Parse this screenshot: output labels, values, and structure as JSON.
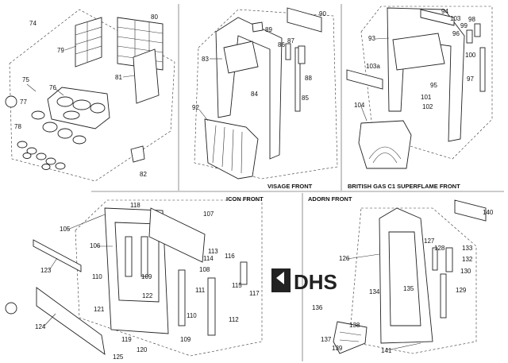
{
  "sections": {
    "visage": "VISAGE FRONT",
    "british_gas": "BRITISH GAS C1 SUPERFLAME FRONT",
    "icon": "ICON FRONT",
    "adorn": "ADORN FRONT"
  },
  "logo": {
    "text": "DHS"
  },
  "labels": {
    "n74": "74",
    "n79": "79",
    "n80": "80",
    "n81": "81",
    "n75": "75",
    "n76": "76",
    "n77": "77",
    "n78": "78",
    "n82": "82",
    "n90": "90",
    "n89": "89",
    "n83": "83",
    "n86": "86",
    "n87": "87",
    "n84": "84",
    "n88": "88",
    "n85": "85",
    "n92": "92",
    "n94": "94",
    "n103": "103",
    "n98": "98",
    "n99": "99",
    "n96": "96",
    "n93": "93",
    "n100": "100",
    "n97": "97",
    "n95": "95",
    "n101": "101",
    "n102": "102",
    "n103a": "103a",
    "n104": "104",
    "n118": "118",
    "n107": "107",
    "n105": "105",
    "n106": "106",
    "n113": "113",
    "n114": "114",
    "n116": "116",
    "n108": "108",
    "n110": "110",
    "n109": "109",
    "n115": "115",
    "n117": "117",
    "n123": "123",
    "n111": "111",
    "n122": "122",
    "n121": "121",
    "n112": "112",
    "n124": "124",
    "n119": "119",
    "n120": "120",
    "n125": "125",
    "n140": "140",
    "n127": "127",
    "n128": "128",
    "n133": "133",
    "n126": "126",
    "n132": "132",
    "n130": "130",
    "n135": "135",
    "n134": "134",
    "n129": "129",
    "n136": "136",
    "n138": "138",
    "n137": "137",
    "n139": "139",
    "n141": "141"
  }
}
